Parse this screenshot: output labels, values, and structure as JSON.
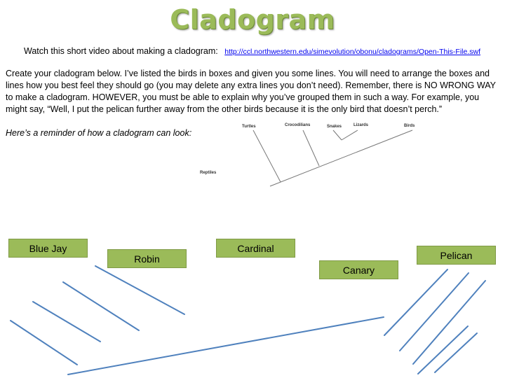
{
  "title": "Cladogram",
  "video": {
    "text": "Watch this short video about making a cladogram:",
    "link": "http://ccl.northwestern.edu/simevolution/obonu/cladograms/Open-This-File.swf"
  },
  "instructions": "Create your cladogram below. I’ve listed the birds in boxes and given you some lines. You will need to arrange the boxes and lines how you best feel they should go (you may delete any extra lines you don’t need).  Remember, there is NO WRONG WAY to make a cladogram.  HOWEVER, you must be able to explain why you’ve grouped them in such a way.  For example, you might say, “Well, I put the pelican further away from the other birds because it is the only bird that doesn’t perch.”",
  "reminder": "Here’s a reminder of how a cladogram can look:",
  "example_cladogram": {
    "labels": [
      "Turtles",
      "Crocodilians",
      "Snakes",
      "Lizards",
      "Birds"
    ],
    "root_label": "Reptiles"
  },
  "birds": [
    "Blue Jay",
    "Robin",
    "Cardinal",
    "Canary",
    "Pelican"
  ],
  "colors": {
    "title": "#9bbb59",
    "box": "#9bbb59",
    "line": "#4f81bd",
    "link": "#0000ee"
  }
}
